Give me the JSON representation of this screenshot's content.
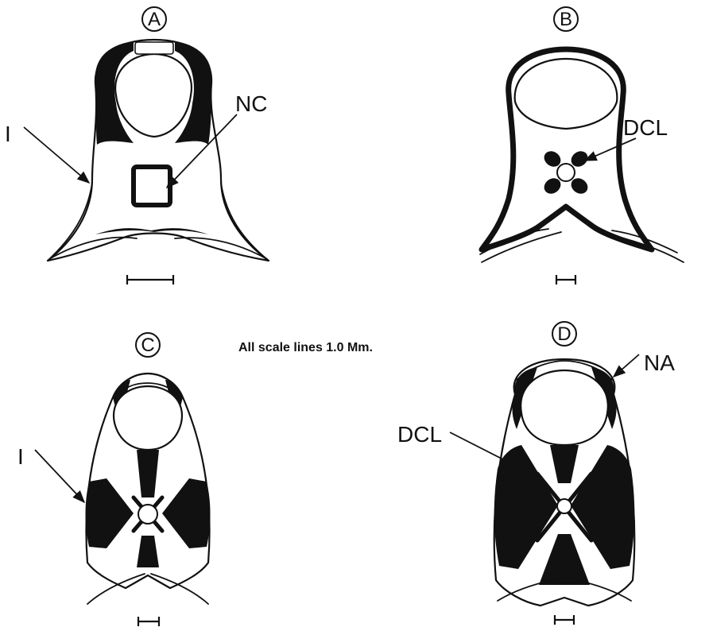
{
  "note": "All scale lines 1.0 Mm.",
  "panels": [
    {
      "letter": "A",
      "label_left": "I",
      "label_right": "NC"
    },
    {
      "letter": "B",
      "label_right": "DCL"
    },
    {
      "letter": "C",
      "label_left": "I"
    },
    {
      "letter": "D",
      "label_left": "DCL",
      "label_right": "NA"
    }
  ],
  "colors": {
    "ink": "#111111",
    "paper": "#ffffff"
  }
}
